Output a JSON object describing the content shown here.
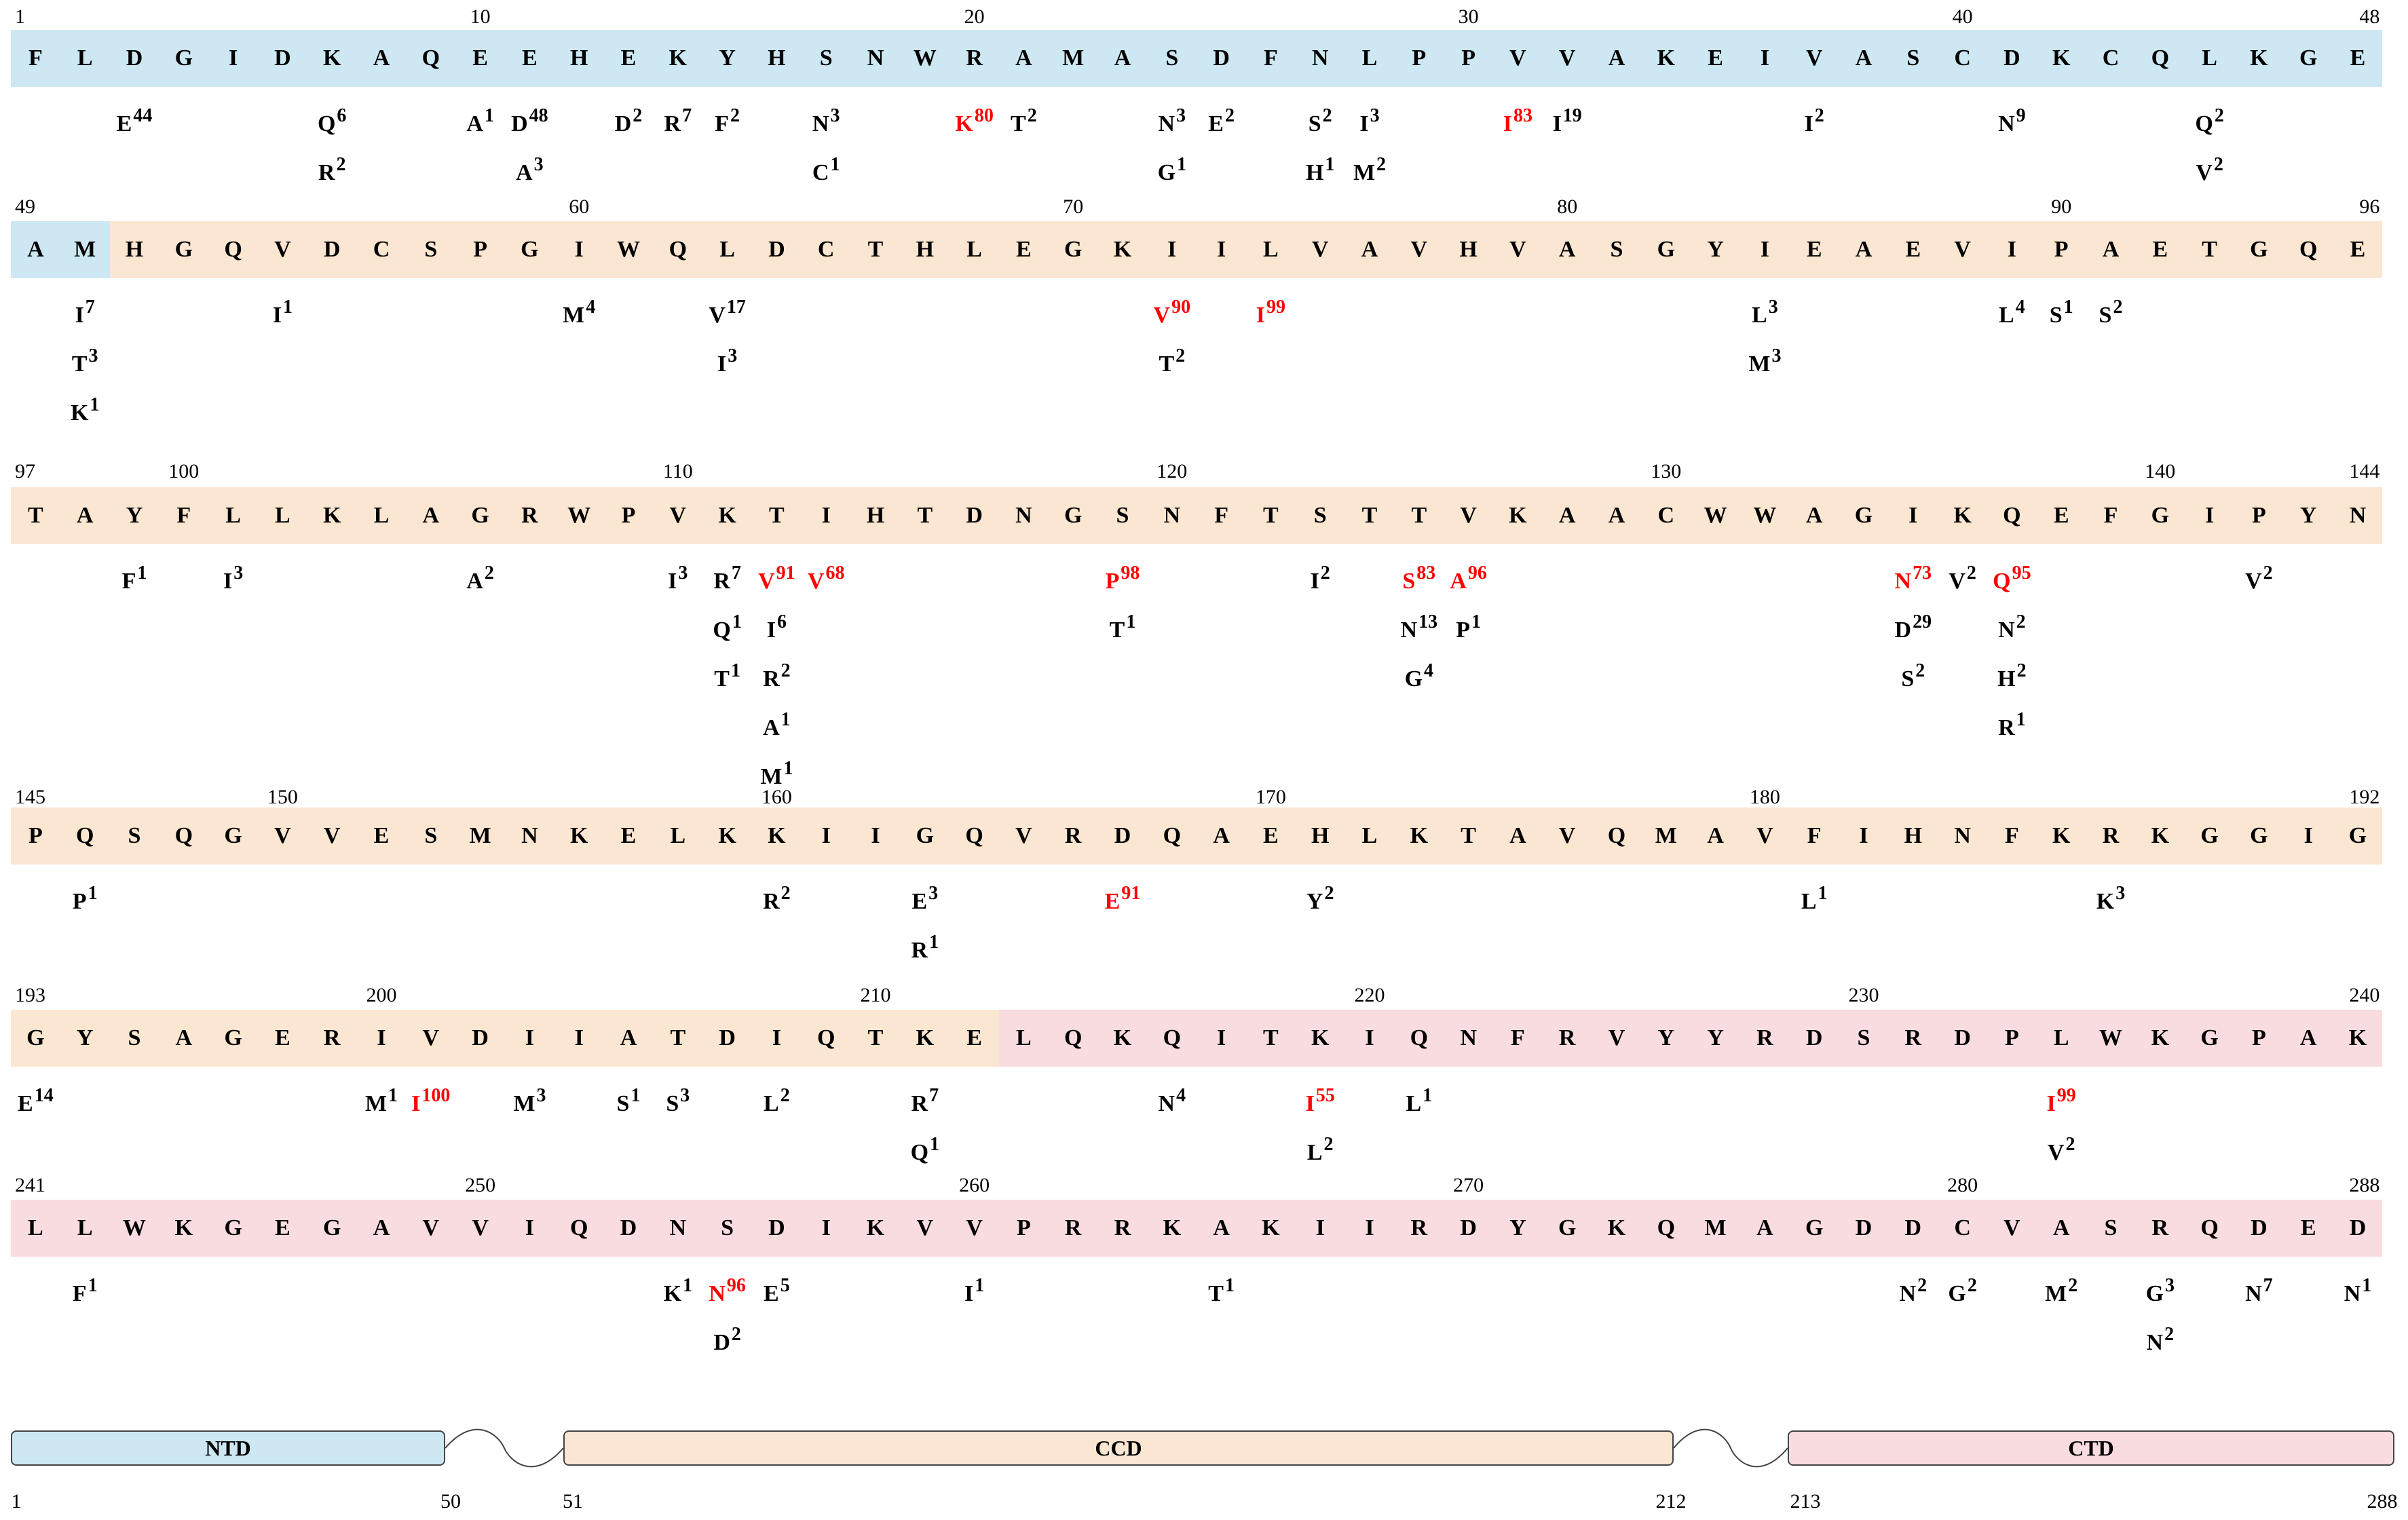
{
  "colors": {
    "NTD": "#cde8f2",
    "CCD": "#fbe6d2",
    "CTD": "#f9dce0",
    "highlight": "#ff0000"
  },
  "sequence": "FLDGIDKAQEEHEKYHSNWRAMASDFNLPPVVAKEIVASCDKCQLKGEAMHGQVDCSPGIWQLDCTHLEGKIILVAVHVASGYIEAEVIPAETGQETAYFLLKLAGRWPVKTIHTDNGSNFTSTTVKAACWWAGIKQEFGIPYNPQSQGVVESMNKELKKIIGQVRDQAEHLKTAVQMAVFIHNFKRKGGIGGYSAGERIVDIIATDIQTKELQKQITKIQNFRVYYRDSRDPLWKGPAKLLWKGEGAVVIQDNSDIKVVPRRKAKIIRDYGKQMAGDDCVASRQDED",
  "rows": [
    {
      "numbers": [
        "1",
        "10",
        "20",
        "30",
        "40",
        "48"
      ]
    },
    {
      "numbers": [
        "49",
        "60",
        "70",
        "80",
        "90",
        "96"
      ]
    },
    {
      "numbers": [
        "97",
        "100",
        "110",
        "120",
        "130",
        "140",
        "144"
      ]
    },
    {
      "numbers": [
        "145",
        "150",
        "160",
        "170",
        "180",
        "192"
      ]
    },
    {
      "numbers": [
        "193",
        "200",
        "210",
        "220",
        "230",
        "240"
      ]
    },
    {
      "numbers": [
        "241",
        "250",
        "260",
        "270",
        "280",
        "288"
      ]
    }
  ],
  "mutations": [
    {
      "pos": 3,
      "aa": "E",
      "n": "44",
      "lvl": 0
    },
    {
      "pos": 7,
      "aa": "Q",
      "n": "6",
      "lvl": 0
    },
    {
      "pos": 7,
      "aa": "R",
      "n": "2",
      "lvl": 1
    },
    {
      "pos": 10,
      "aa": "A",
      "n": "1",
      "lvl": 0
    },
    {
      "pos": 11,
      "aa": "D",
      "n": "48",
      "lvl": 0
    },
    {
      "pos": 11,
      "aa": "A",
      "n": "3",
      "lvl": 1
    },
    {
      "pos": 13,
      "aa": "D",
      "n": "2",
      "lvl": 0
    },
    {
      "pos": 14,
      "aa": "R",
      "n": "7",
      "lvl": 0
    },
    {
      "pos": 15,
      "aa": "F",
      "n": "2",
      "lvl": 0
    },
    {
      "pos": 17,
      "aa": "N",
      "n": "3",
      "lvl": 0
    },
    {
      "pos": 17,
      "aa": "C",
      "n": "1",
      "lvl": 1
    },
    {
      "pos": 20,
      "aa": "K",
      "n": "80",
      "lvl": 0,
      "hl": true
    },
    {
      "pos": 21,
      "aa": "T",
      "n": "2",
      "lvl": 0
    },
    {
      "pos": 24,
      "aa": "N",
      "n": "3",
      "lvl": 0
    },
    {
      "pos": 24,
      "aa": "G",
      "n": "1",
      "lvl": 1
    },
    {
      "pos": 25,
      "aa": "E",
      "n": "2",
      "lvl": 0
    },
    {
      "pos": 27,
      "aa": "S",
      "n": "2",
      "lvl": 0
    },
    {
      "pos": 27,
      "aa": "H",
      "n": "1",
      "lvl": 1
    },
    {
      "pos": 28,
      "aa": "I",
      "n": "3",
      "lvl": 0
    },
    {
      "pos": 28,
      "aa": "M",
      "n": "2",
      "lvl": 1
    },
    {
      "pos": 31,
      "aa": "I",
      "n": "83",
      "lvl": 0,
      "hl": true
    },
    {
      "pos": 32,
      "aa": "I",
      "n": "19",
      "lvl": 0
    },
    {
      "pos": 37,
      "aa": "I",
      "n": "2",
      "lvl": 0
    },
    {
      "pos": 41,
      "aa": "N",
      "n": "9",
      "lvl": 0
    },
    {
      "pos": 45,
      "aa": "Q",
      "n": "2",
      "lvl": 0
    },
    {
      "pos": 45,
      "aa": "V",
      "n": "2",
      "lvl": 1
    },
    {
      "pos": 50,
      "aa": "I",
      "n": "7",
      "lvl": 0
    },
    {
      "pos": 50,
      "aa": "T",
      "n": "3",
      "lvl": 1
    },
    {
      "pos": 50,
      "aa": "K",
      "n": "1",
      "lvl": 2
    },
    {
      "pos": 54,
      "aa": "I",
      "n": "1",
      "lvl": 0
    },
    {
      "pos": 60,
      "aa": "M",
      "n": "4",
      "lvl": 0
    },
    {
      "pos": 63,
      "aa": "V",
      "n": "17",
      "lvl": 0
    },
    {
      "pos": 63,
      "aa": "I",
      "n": "3",
      "lvl": 1
    },
    {
      "pos": 72,
      "aa": "V",
      "n": "90",
      "lvl": 0,
      "hl": true
    },
    {
      "pos": 72,
      "aa": "T",
      "n": "2",
      "lvl": 1
    },
    {
      "pos": 74,
      "aa": "I",
      "n": "99",
      "lvl": 0,
      "hl": true
    },
    {
      "pos": 84,
      "aa": "L",
      "n": "3",
      "lvl": 0
    },
    {
      "pos": 84,
      "aa": "M",
      "n": "3",
      "lvl": 1
    },
    {
      "pos": 89,
      "aa": "L",
      "n": "4",
      "lvl": 0
    },
    {
      "pos": 90,
      "aa": "S",
      "n": "1",
      "lvl": 0
    },
    {
      "pos": 91,
      "aa": "S",
      "n": "2",
      "lvl": 0
    },
    {
      "pos": 99,
      "aa": "F",
      "n": "1",
      "lvl": 0
    },
    {
      "pos": 101,
      "aa": "I",
      "n": "3",
      "lvl": 0
    },
    {
      "pos": 106,
      "aa": "A",
      "n": "2",
      "lvl": 0
    },
    {
      "pos": 110,
      "aa": "I",
      "n": "3",
      "lvl": 0
    },
    {
      "pos": 111,
      "aa": "R",
      "n": "7",
      "lvl": 0
    },
    {
      "pos": 111,
      "aa": "Q",
      "n": "1",
      "lvl": 1
    },
    {
      "pos": 111,
      "aa": "T",
      "n": "1",
      "lvl": 2
    },
    {
      "pos": 112,
      "aa": "V",
      "n": "91",
      "lvl": 0,
      "hl": true
    },
    {
      "pos": 112,
      "aa": "I",
      "n": "6",
      "lvl": 1
    },
    {
      "pos": 112,
      "aa": "R",
      "n": "2",
      "lvl": 2
    },
    {
      "pos": 112,
      "aa": "A",
      "n": "1",
      "lvl": 3
    },
    {
      "pos": 112,
      "aa": "M",
      "n": "1",
      "lvl": 4
    },
    {
      "pos": 113,
      "aa": "V",
      "n": "68",
      "lvl": 0,
      "hl": true
    },
    {
      "pos": 119,
      "aa": "P",
      "n": "98",
      "lvl": 0,
      "hl": true
    },
    {
      "pos": 119,
      "aa": "T",
      "n": "1",
      "lvl": 1
    },
    {
      "pos": 123,
      "aa": "I",
      "n": "2",
      "lvl": 0
    },
    {
      "pos": 125,
      "aa": "S",
      "n": "83",
      "lvl": 0,
      "hl": true
    },
    {
      "pos": 125,
      "aa": "N",
      "n": "13",
      "lvl": 1
    },
    {
      "pos": 125,
      "aa": "G",
      "n": "4",
      "lvl": 2
    },
    {
      "pos": 126,
      "aa": "A",
      "n": "96",
      "lvl": 0,
      "hl": true
    },
    {
      "pos": 126,
      "aa": "P",
      "n": "1",
      "lvl": 1
    },
    {
      "pos": 135,
      "aa": "N",
      "n": "73",
      "lvl": 0,
      "hl": true
    },
    {
      "pos": 135,
      "aa": "D",
      "n": "29",
      "lvl": 1
    },
    {
      "pos": 135,
      "aa": "S",
      "n": "2",
      "lvl": 2
    },
    {
      "pos": 136,
      "aa": "V",
      "n": "2",
      "lvl": 0
    },
    {
      "pos": 137,
      "aa": "Q",
      "n": "95",
      "lvl": 0,
      "hl": true
    },
    {
      "pos": 137,
      "aa": "N",
      "n": "2",
      "lvl": 1
    },
    {
      "pos": 137,
      "aa": "H",
      "n": "2",
      "lvl": 2
    },
    {
      "pos": 137,
      "aa": "R",
      "n": "1",
      "lvl": 3
    },
    {
      "pos": 142,
      "aa": "V",
      "n": "2",
      "lvl": 0
    },
    {
      "pos": 146,
      "aa": "P",
      "n": "1",
      "lvl": 0
    },
    {
      "pos": 160,
      "aa": "R",
      "n": "2",
      "lvl": 0
    },
    {
      "pos": 163,
      "aa": "E",
      "n": "3",
      "lvl": 0
    },
    {
      "pos": 163,
      "aa": "R",
      "n": "1",
      "lvl": 1
    },
    {
      "pos": 167,
      "aa": "E",
      "n": "91",
      "lvl": 0,
      "hl": true
    },
    {
      "pos": 171,
      "aa": "Y",
      "n": "2",
      "lvl": 0
    },
    {
      "pos": 181,
      "aa": "L",
      "n": "1",
      "lvl": 0
    },
    {
      "pos": 187,
      "aa": "K",
      "n": "3",
      "lvl": 0
    },
    {
      "pos": 193,
      "aa": "E",
      "n": "14",
      "lvl": 0
    },
    {
      "pos": 200,
      "aa": "M",
      "n": "1",
      "lvl": 0
    },
    {
      "pos": 201,
      "aa": "I",
      "n": "100",
      "lvl": 0,
      "hl": true
    },
    {
      "pos": 203,
      "aa": "M",
      "n": "3",
      "lvl": 0
    },
    {
      "pos": 205,
      "aa": "S",
      "n": "1",
      "lvl": 0
    },
    {
      "pos": 206,
      "aa": "S",
      "n": "3",
      "lvl": 0
    },
    {
      "pos": 208,
      "aa": "L",
      "n": "2",
      "lvl": 0
    },
    {
      "pos": 211,
      "aa": "R",
      "n": "7",
      "lvl": 0
    },
    {
      "pos": 211,
      "aa": "Q",
      "n": "1",
      "lvl": 1
    },
    {
      "pos": 216,
      "aa": "N",
      "n": "4",
      "lvl": 0
    },
    {
      "pos": 219,
      "aa": "I",
      "n": "55",
      "lvl": 0,
      "hl": true
    },
    {
      "pos": 219,
      "aa": "L",
      "n": "2",
      "lvl": 1
    },
    {
      "pos": 221,
      "aa": "L",
      "n": "1",
      "lvl": 0
    },
    {
      "pos": 234,
      "aa": "I",
      "n": "99",
      "lvl": 0,
      "hl": true
    },
    {
      "pos": 234,
      "aa": "V",
      "n": "2",
      "lvl": 1
    },
    {
      "pos": 242,
      "aa": "F",
      "n": "1",
      "lvl": 0
    },
    {
      "pos": 254,
      "aa": "K",
      "n": "1",
      "lvl": 0
    },
    {
      "pos": 255,
      "aa": "N",
      "n": "96",
      "lvl": 0,
      "hl": true
    },
    {
      "pos": 255,
      "aa": "D",
      "n": "2",
      "lvl": 1
    },
    {
      "pos": 256,
      "aa": "E",
      "n": "5",
      "lvl": 0
    },
    {
      "pos": 260,
      "aa": "I",
      "n": "1",
      "lvl": 0
    },
    {
      "pos": 265,
      "aa": "T",
      "n": "1",
      "lvl": 0
    },
    {
      "pos": 279,
      "aa": "N",
      "n": "2",
      "lvl": 0
    },
    {
      "pos": 280,
      "aa": "G",
      "n": "2",
      "lvl": 0
    },
    {
      "pos": 282,
      "aa": "M",
      "n": "2",
      "lvl": 0
    },
    {
      "pos": 284,
      "aa": "G",
      "n": "3",
      "lvl": 0
    },
    {
      "pos": 284,
      "aa": "N",
      "n": "2",
      "lvl": 1
    },
    {
      "pos": 286,
      "aa": "N",
      "n": "7",
      "lvl": 0
    },
    {
      "pos": 288,
      "aa": "N",
      "n": "1",
      "lvl": 0
    }
  ],
  "domain_map": {
    "domains": [
      {
        "name": "NTD",
        "start": "1",
        "end": "50"
      },
      {
        "name": "CCD",
        "start": "51",
        "end": "212"
      },
      {
        "name": "CTD",
        "start": "213",
        "end": "288"
      }
    ]
  }
}
